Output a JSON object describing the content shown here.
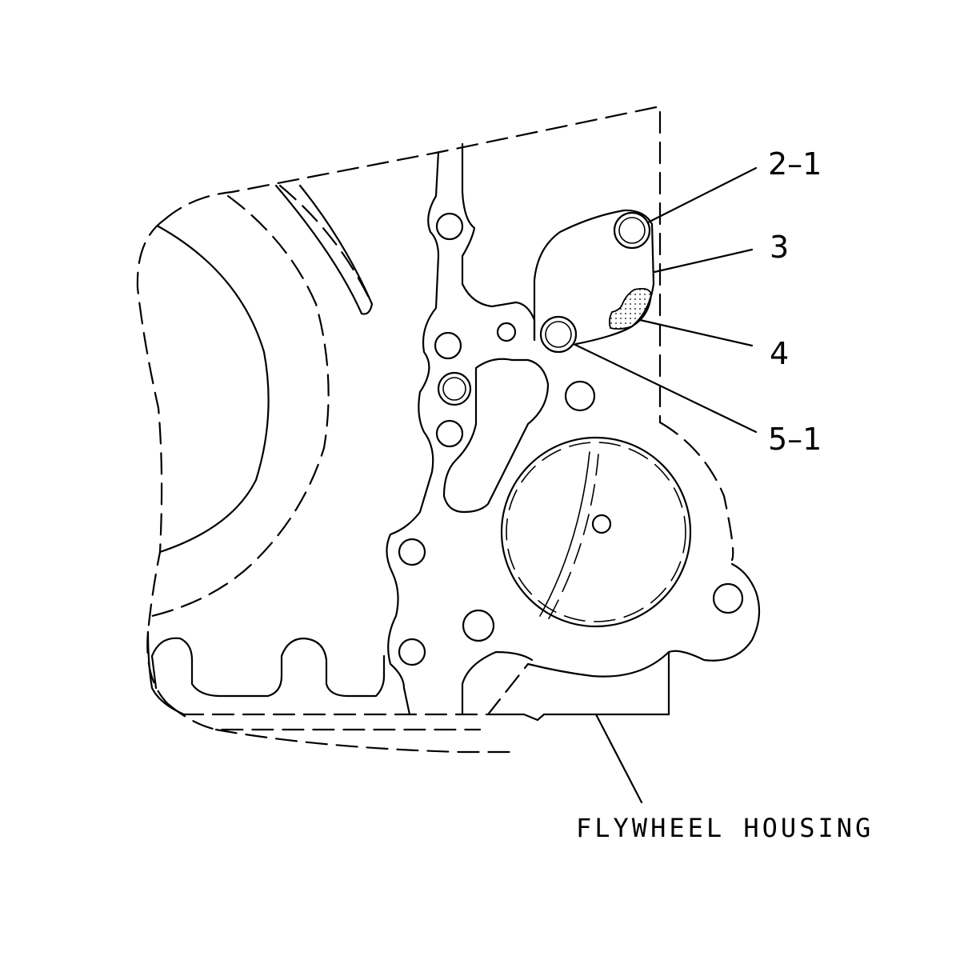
{
  "diagram": {
    "callouts": [
      {
        "id": "2-1",
        "label": "2–1"
      },
      {
        "id": "3",
        "label": "3"
      },
      {
        "id": "4",
        "label": "4"
      },
      {
        "id": "5-1",
        "label": "5–1"
      }
    ],
    "housing_label": "FLYWHEEL HOUSING"
  }
}
